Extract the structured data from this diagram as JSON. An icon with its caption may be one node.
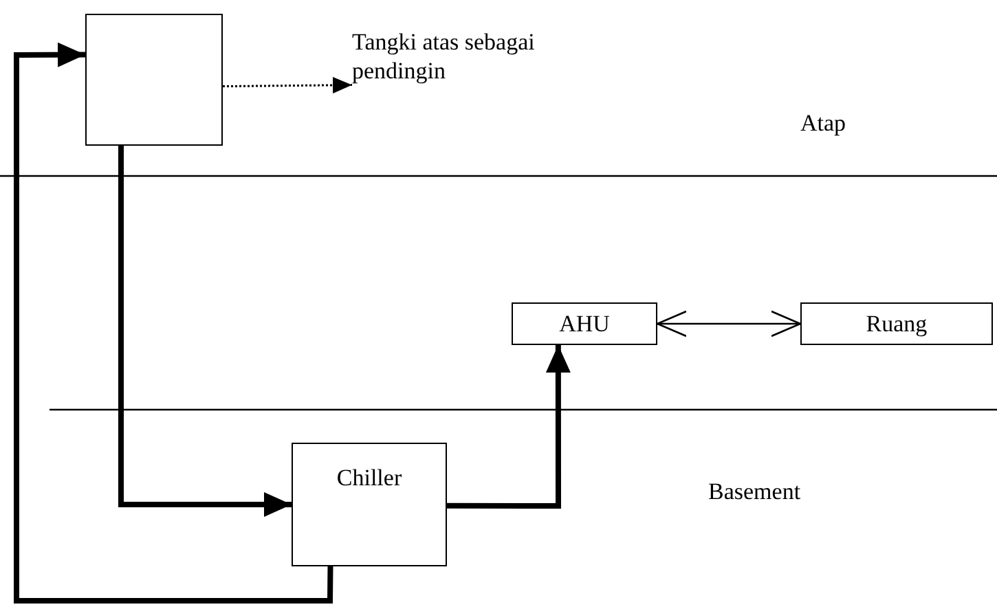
{
  "diagram": {
    "nodes": [
      {
        "text": [],
        "shape": "box"
      },
      {
        "text": [
          "Tangki atas sebagai pendingin"
        ]
      },
      {
        "text": [
          "AHU"
        ]
      },
      {
        "text": [
          "Ruang"
        ]
      },
      {
        "text": [
          "Chiller"
        ]
      }
    ],
    "edges": [
      {
        "from": 0,
        "to": 1,
        "arrow": "to",
        "style": "dashed"
      },
      {
        "from": 2,
        "to": 3,
        "arrow": "both"
      },
      {
        "from": 0,
        "to": 4,
        "arrow": "to"
      },
      {
        "from": 4,
        "to": 2,
        "arrow": "to"
      },
      {
        "from": 4,
        "to": 0,
        "arrow": "to"
      }
    ],
    "labels": [
      "Atap",
      "Basement"
    ]
  }
}
